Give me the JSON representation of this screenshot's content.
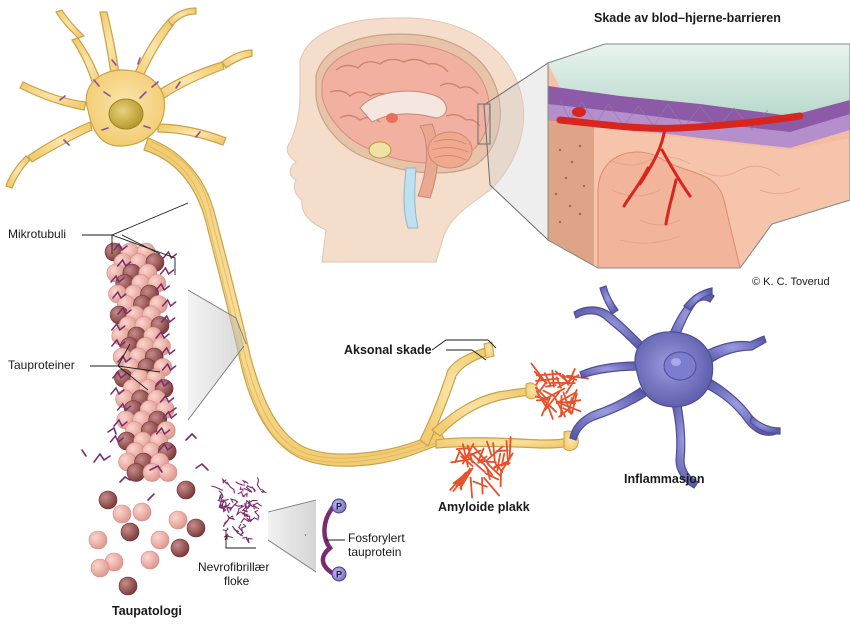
{
  "labels": {
    "bbb_damage": "Skade av blod–hjerne-barrieren",
    "microtubules": "Mikrotubuli",
    "tau_proteins": "Tauproteiner",
    "axonal_damage": "Aksonal skade",
    "amyloid_plaque": "Amyloide plakk",
    "inflammation": "Inflammasjon",
    "phosphorylated_line1": "Fosforylert",
    "phosphorylated_line2": "tauprotein",
    "tangle_line1": "Nevrofibrillær",
    "tangle_line2": "floke",
    "tauopathy": "Taupatologi",
    "phosphate_symbol": "P",
    "copyright": "© K. C. Toverud"
  },
  "colors": {
    "neuron_fill": "#f7d98f",
    "neuron_stroke": "#c9a24a",
    "brain_pink": "#f2b4a4",
    "blood_red": "#d8261f",
    "microglia_purple": "#6f6fc0",
    "tau_purple": "#7a2d6e",
    "bead_dark": "#9a5555",
    "bead_light": "#eeb2a8",
    "plaque_orange": "#e8502a",
    "skin": "#f5ddcc"
  }
}
